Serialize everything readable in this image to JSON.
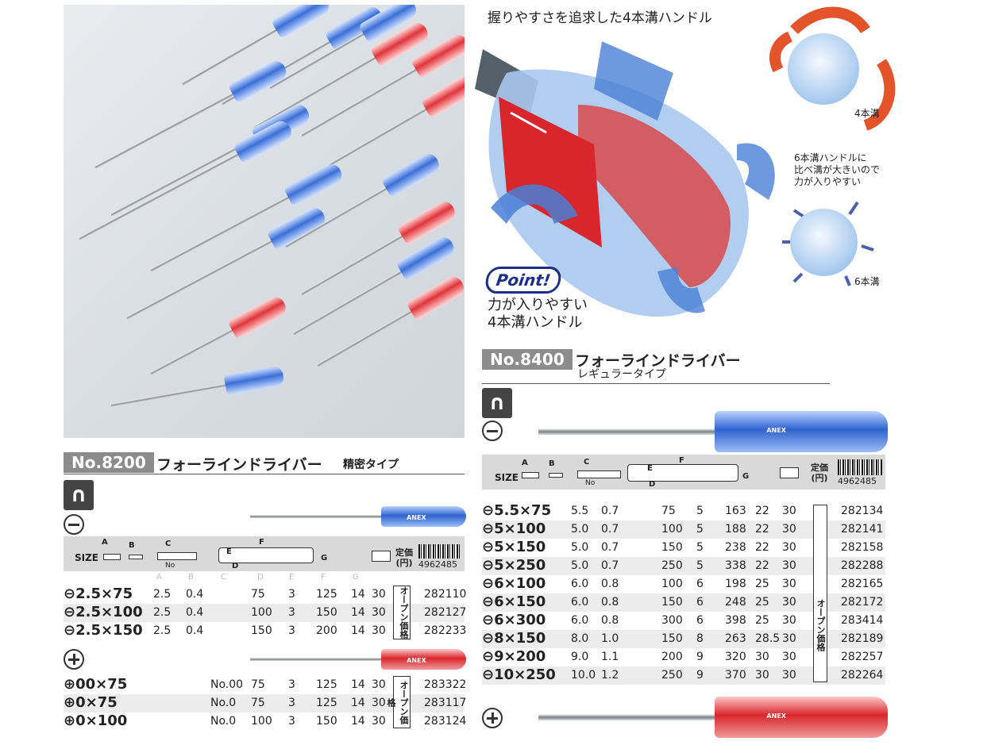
{
  "right_header": {
    "headline": "握りやすさを追求した4本溝ハンドル",
    "point_badge": "Point!",
    "caption_line1": "力が入りやすい",
    "caption_line2": "4本溝ハンドル",
    "label_4": "4本溝",
    "label_6": "6本溝",
    "note_line1": "6本溝ハンドルに",
    "note_line2": "比べ溝が大きいので",
    "note_line3": "力が入りやすい"
  },
  "model_8200": {
    "model": "No.8200",
    "title": "フォーラインドライバー",
    "subtitle": "精密タイプ",
    "brand_mark": "ANEX",
    "size_label": "SIZE",
    "letters": [
      "A",
      "B",
      "C",
      "D",
      "E",
      "F",
      "G"
    ],
    "no_label": "No",
    "price_label_line1": "定価",
    "price_label_line2": "(円)",
    "barcode_number": "4962485",
    "open_price": "オープン価格",
    "slotted_rows": [
      {
        "name": "⊖2.5×75",
        "a": "2.5",
        "b": "0.4",
        "c": "",
        "d": "75",
        "e": "3",
        "f": "125",
        "g": "14",
        "h": "30",
        "code": "282110"
      },
      {
        "name": "⊖2.5×100",
        "a": "2.5",
        "b": "0.4",
        "c": "",
        "d": "100",
        "e": "3",
        "f": "150",
        "g": "14",
        "h": "30",
        "code": "282127"
      },
      {
        "name": "⊖2.5×150",
        "a": "2.5",
        "b": "0.4",
        "c": "",
        "d": "150",
        "e": "3",
        "f": "200",
        "g": "14",
        "h": "30",
        "code": "282233"
      }
    ],
    "phillips_rows": [
      {
        "name": "⊕00×75",
        "a": "",
        "b": "",
        "c": "No.00",
        "d": "75",
        "e": "3",
        "f": "125",
        "g": "14",
        "h": "30",
        "code": "283322"
      },
      {
        "name": "⊕0×75",
        "a": "",
        "b": "",
        "c": "No.0",
        "d": "75",
        "e": "3",
        "f": "125",
        "g": "14",
        "h": "30",
        "code": "283117"
      },
      {
        "name": "⊕0×100",
        "a": "",
        "b": "",
        "c": "No.0",
        "d": "100",
        "e": "3",
        "f": "150",
        "g": "14",
        "h": "30",
        "code": "283124"
      }
    ]
  },
  "model_8400": {
    "model": "No.8400",
    "title": "フォーラインドライバー",
    "subtitle": "レギュラータイプ",
    "brand_mark": "ANEX",
    "size_label": "SIZE",
    "letters": [
      "A",
      "B",
      "C",
      "D",
      "E",
      "F",
      "G"
    ],
    "no_label": "No",
    "price_label_line1": "定価",
    "price_label_line2": "(円)",
    "barcode_number": "4962485",
    "open_price": "オープン価格",
    "slotted_rows": [
      {
        "name": "⊖5.5×75",
        "a": "5.5",
        "b": "0.7",
        "c": "",
        "d": "75",
        "e": "5",
        "f": "163",
        "g": "22",
        "h": "30",
        "code": "282134"
      },
      {
        "name": "⊖5×100",
        "a": "5.0",
        "b": "0.7",
        "c": "",
        "d": "100",
        "e": "5",
        "f": "188",
        "g": "22",
        "h": "30",
        "code": "282141"
      },
      {
        "name": "⊖5×150",
        "a": "5.0",
        "b": "0.7",
        "c": "",
        "d": "150",
        "e": "5",
        "f": "238",
        "g": "22",
        "h": "30",
        "code": "282158"
      },
      {
        "name": "⊖5×250",
        "a": "5.0",
        "b": "0.7",
        "c": "",
        "d": "250",
        "e": "5",
        "f": "338",
        "g": "22",
        "h": "30",
        "code": "282288"
      },
      {
        "name": "⊖6×100",
        "a": "6.0",
        "b": "0.8",
        "c": "",
        "d": "100",
        "e": "6",
        "f": "198",
        "g": "25",
        "h": "30",
        "code": "282165"
      },
      {
        "name": "⊖6×150",
        "a": "6.0",
        "b": "0.8",
        "c": "",
        "d": "150",
        "e": "6",
        "f": "248",
        "g": "25",
        "h": "30",
        "code": "282172"
      },
      {
        "name": "⊖6×300",
        "a": "6.0",
        "b": "0.8",
        "c": "",
        "d": "300",
        "e": "6",
        "f": "398",
        "g": "25",
        "h": "30",
        "code": "283414"
      },
      {
        "name": "⊖8×150",
        "a": "8.0",
        "b": "1.0",
        "c": "",
        "d": "150",
        "e": "8",
        "f": "263",
        "g": "28.5",
        "h": "30",
        "code": "282189"
      },
      {
        "name": "⊖9×200",
        "a": "9.0",
        "b": "1.1",
        "c": "",
        "d": "200",
        "e": "9",
        "f": "320",
        "g": "30",
        "h": "30",
        "code": "282257"
      },
      {
        "name": "⊖10×250",
        "a": "10.0",
        "b": "1.2",
        "c": "",
        "d": "250",
        "e": "9",
        "f": "370",
        "g": "30",
        "h": "30",
        "code": "282264"
      }
    ]
  },
  "colors": {
    "blue_handle": "#2f63cf",
    "red_handle": "#d9262c",
    "header_gray": "#d9d9d9",
    "model_bar": "#8c8c8c"
  }
}
